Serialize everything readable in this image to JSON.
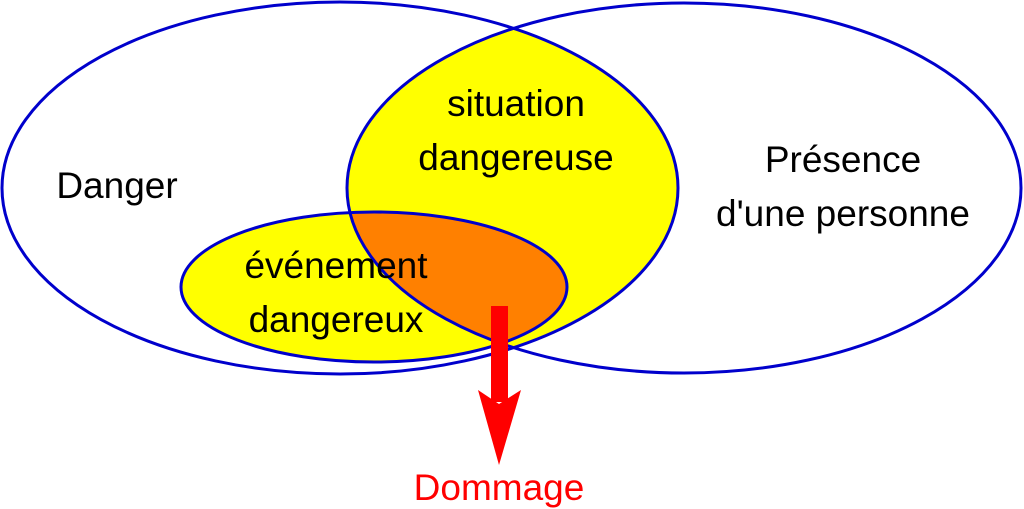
{
  "colors": {
    "outline": "#0000cc",
    "situation_fill": "#ffff00",
    "event_fill": "#ffff00",
    "damage_fill": "#ff8000",
    "arrow": "#ff0000"
  },
  "labels": {
    "danger": "Danger",
    "presence": [
      "Présence",
      "d'une personne"
    ],
    "situation": [
      "situation",
      "dangereuse"
    ],
    "event": [
      "événement",
      "dangereux"
    ],
    "damage": "Dommage"
  }
}
